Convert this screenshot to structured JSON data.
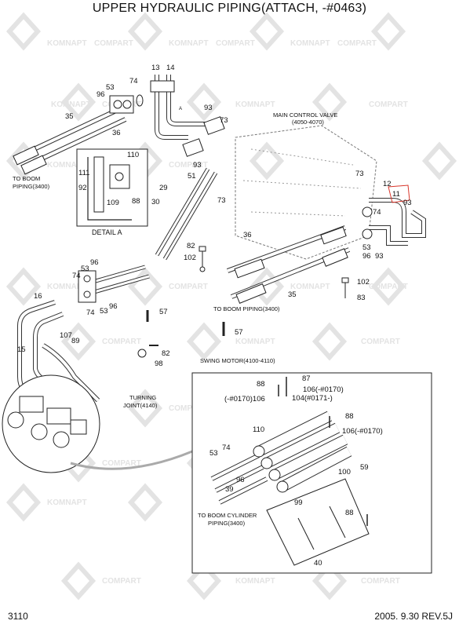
{
  "title": "UPPER HYDRAULIC PIPING(ATTACH, -#0463)",
  "footer": {
    "page": "3110",
    "revision": "2005. 9.30 REV.5J"
  },
  "watermark": {
    "brand_a": "KOMNAPT",
    "brand_b": "COMPART"
  },
  "labels": {
    "main_control_valve": "MAIN CONTROL VALVE",
    "main_control_valve_range": "(4050-4070)",
    "to_boom_piping_left": "TO BOOM",
    "to_boom_piping_left2": "PIPING(3400)",
    "detail_a": "DETAIL A",
    "to_boom_piping_center": "TO BOOM PIPING(3400)",
    "swing_motor": "SWING MOTOR(4100-4110)",
    "turning_joint": "TURNING",
    "turning_joint2": "JOINT(4140)",
    "to_boom_cylinder": "TO BOOM CYLINDER",
    "to_boom_cylinder2": "PIPING(3400)",
    "detail_letter": "A"
  },
  "callouts": {
    "n13": "13",
    "n14": "14",
    "n53a": "53",
    "n74a": "74",
    "n96a": "96",
    "n35a": "35",
    "n36a": "36",
    "n93a": "93",
    "n73a": "73",
    "n110": "110",
    "n111": "111",
    "n92": "92",
    "n109": "109",
    "n88a": "88",
    "n51": "51",
    "n29": "29",
    "n30": "30",
    "n93b": "93",
    "n73b": "73",
    "n73c": "73",
    "n12": "12",
    "n11": "11",
    "n93c": "93",
    "n74b": "74",
    "n36b": "36",
    "n53b": "53",
    "n96b": "96",
    "n93d": "93",
    "n82a": "82",
    "n102a": "102",
    "n96c": "96",
    "n53c": "53",
    "n74c": "74",
    "n16": "16",
    "n74d": "74",
    "n96d": "96",
    "n53d": "53",
    "n57a": "57",
    "n102b": "102",
    "n83": "83",
    "n35b": "35",
    "n107": "107",
    "n89": "89",
    "n15": "15",
    "n82b": "82",
    "n98": "98",
    "n57b": "57",
    "n88b": "88",
    "n87": "87",
    "n106a": "106(-#0170)",
    "n106b": "(-#0170)106",
    "n104": "104(#0171-)",
    "n88c": "88",
    "n110b": "110",
    "n106c": "106(-#0170)",
    "n53e": "53",
    "n74e": "74",
    "n100": "100",
    "n59": "59",
    "n39": "39",
    "n96e": "96",
    "n99": "99",
    "n88d": "88",
    "n40": "40"
  },
  "colors": {
    "line": "#222222",
    "watermark": "#e6e6e6",
    "highlight": "#d9362b"
  }
}
